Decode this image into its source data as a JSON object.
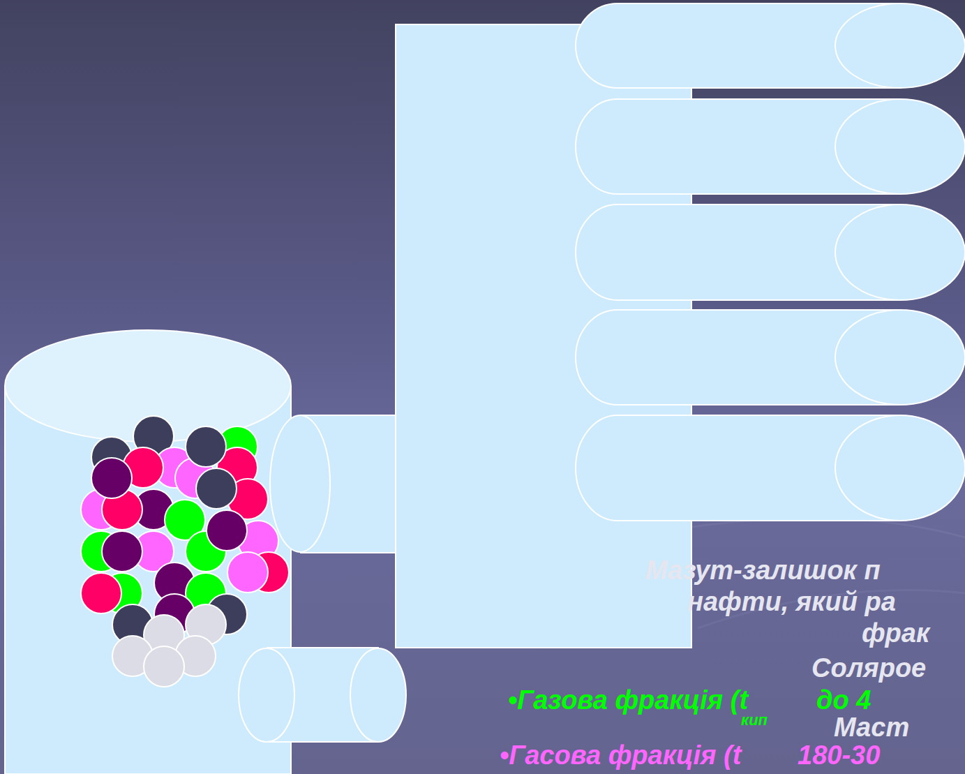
{
  "diagram": {
    "labels": [
      "Мазут-залишок п",
      "нафти, який ра",
      "фрак",
      "Солярое",
      "•Газова фракція (t",
      "кип",
      "до 4",
      "Маст",
      "•Гасова фракція (t",
      "180-30"
    ]
  }
}
